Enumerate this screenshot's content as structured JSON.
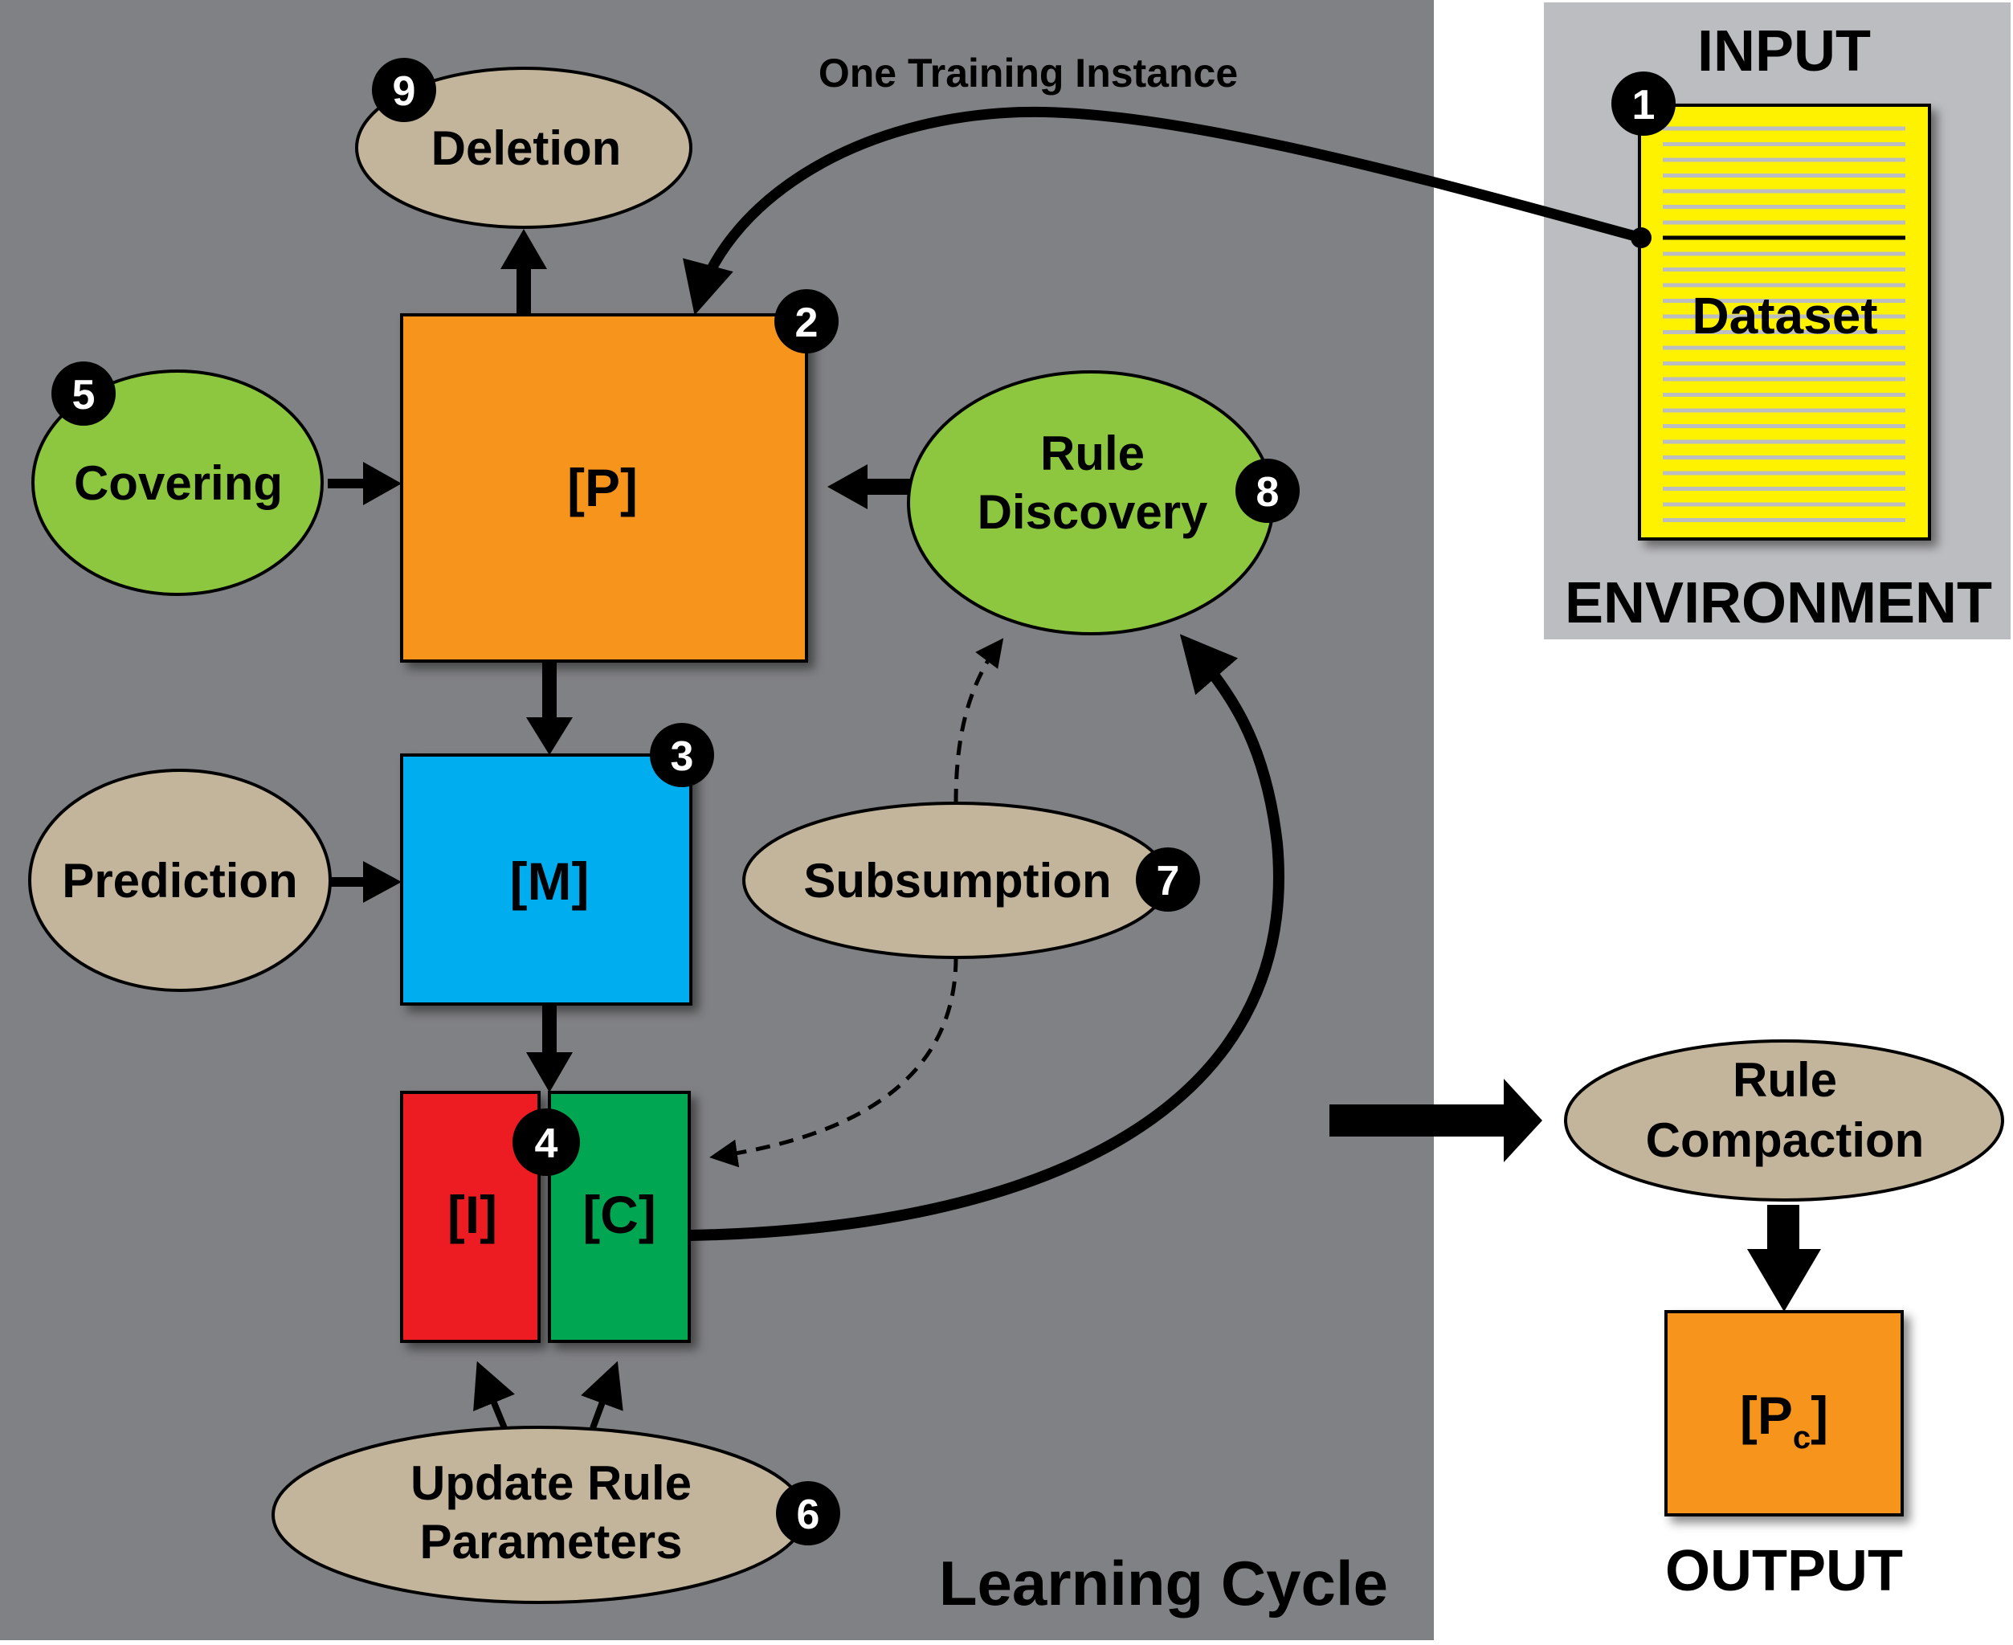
{
  "regions": {
    "learning_cycle": {
      "label": "Learning Cycle",
      "color": "#808184"
    },
    "environment": {
      "top_label": "INPUT",
      "bottom_label": "ENVIRONMENT",
      "color": "#BCBDC0"
    },
    "output": {
      "label": "OUTPUT"
    }
  },
  "edge_labels": {
    "training_instance": "One Training Instance"
  },
  "nodes": {
    "dataset": {
      "label": "Dataset",
      "badge": "1",
      "color": "#FFF200"
    },
    "population": {
      "label": "[P]",
      "badge": "2",
      "color": "#F7941D"
    },
    "match_set": {
      "label": "[M]",
      "badge": "3",
      "color": "#00AEEF"
    },
    "incorrect_set": {
      "label": "[I]",
      "color": "#ED1C24"
    },
    "correct_set": {
      "label": "[C]",
      "color": "#00A651"
    },
    "ic_badge": "4",
    "covering": {
      "label": "Covering",
      "badge": "5",
      "color": "#8DC63F"
    },
    "update_params": {
      "line1": "Update Rule",
      "line2": "Parameters",
      "badge": "6",
      "color": "#C2B59B"
    },
    "subsumption": {
      "label": "Subsumption",
      "badge": "7",
      "color": "#C2B59B"
    },
    "rule_discovery": {
      "line1": "Rule",
      "line2": "Discovery",
      "badge": "8",
      "color": "#8DC63F"
    },
    "deletion": {
      "label": "Deletion",
      "badge": "9",
      "color": "#C2B59B"
    },
    "prediction": {
      "label": "Prediction",
      "color": "#C2B59B"
    },
    "rule_compaction": {
      "line1": "Rule",
      "line2": "Compaction",
      "color": "#C2B59B"
    },
    "compacted_population": {
      "label_main": "[P",
      "label_sub": "c",
      "label_end": "]",
      "color": "#F7941D"
    }
  }
}
